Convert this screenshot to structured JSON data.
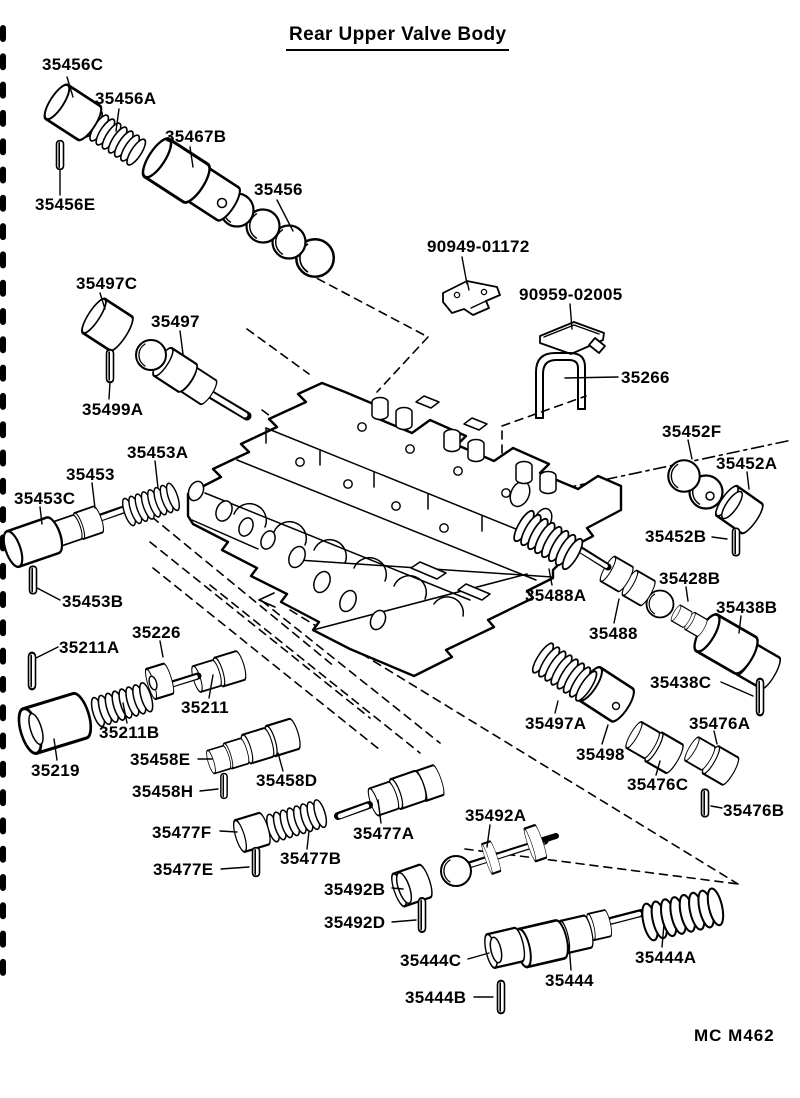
{
  "title": "Rear Upper Valve Body",
  "footer_code": "MC  M462",
  "colors": {
    "ink": "#000000",
    "paper": "#ffffff"
  },
  "labels": {
    "35456C": "35456C",
    "35456A": "35456A",
    "35467B": "35467B",
    "35456": "35456",
    "35456E": "35456E",
    "90949-01172": "90949-01172",
    "90959-02005": "90959-02005",
    "35497C": "35497C",
    "35497": "35497",
    "35499A": "35499A",
    "35266": "35266",
    "35452F": "35452F",
    "35452A": "35452A",
    "35452B": "35452B",
    "35453A": "35453A",
    "35453": "35453",
    "35453C": "35453C",
    "35453B": "35453B",
    "35488A": "35488A",
    "35428B": "35428B",
    "35438B": "35438B",
    "35488": "35488",
    "35438C": "35438C",
    "35211A": "35211A",
    "35226": "35226",
    "35211": "35211",
    "35211B": "35211B",
    "35219": "35219",
    "35497A": "35497A",
    "35498": "35498",
    "35476A": "35476A",
    "35476C": "35476C",
    "35476B": "35476B",
    "35458E": "35458E",
    "35458D": "35458D",
    "35458H": "35458H",
    "35477F": "35477F",
    "35477B": "35477B",
    "35477A": "35477A",
    "35477E": "35477E",
    "35492A": "35492A",
    "35492B": "35492B",
    "35492D": "35492D",
    "35444C": "35444C",
    "35444": "35444",
    "35444A": "35444A",
    "35444B": "35444B"
  }
}
